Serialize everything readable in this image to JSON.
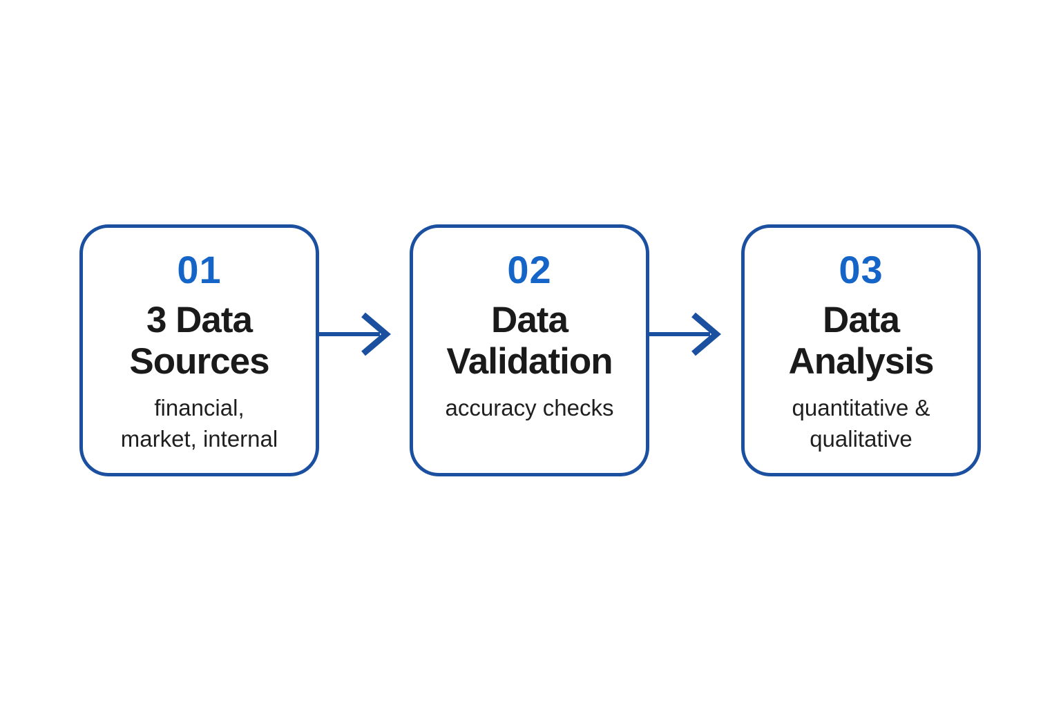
{
  "diagram": {
    "type": "process-flow",
    "direction": "left-to-right",
    "steps": [
      {
        "number": "01",
        "title": "3 Data\nSources",
        "subtitle": "financial,\nmarket, internal"
      },
      {
        "number": "02",
        "title": "Data\nValidation",
        "subtitle": "accuracy checks"
      },
      {
        "number": "03",
        "title": "Data\nAnalysis",
        "subtitle": "quantitative &\nqualitative"
      }
    ],
    "connectors": [
      {
        "from": "01",
        "to": "02",
        "style": "arrow-right"
      },
      {
        "from": "02",
        "to": "03",
        "style": "arrow-right"
      }
    ]
  },
  "colors": {
    "background": "#ffffff",
    "accent_border": "#1b4fa0",
    "accent_number": "#1565c8",
    "title_text": "#1a1a1a",
    "subtitle_text": "#1f1f1f"
  }
}
